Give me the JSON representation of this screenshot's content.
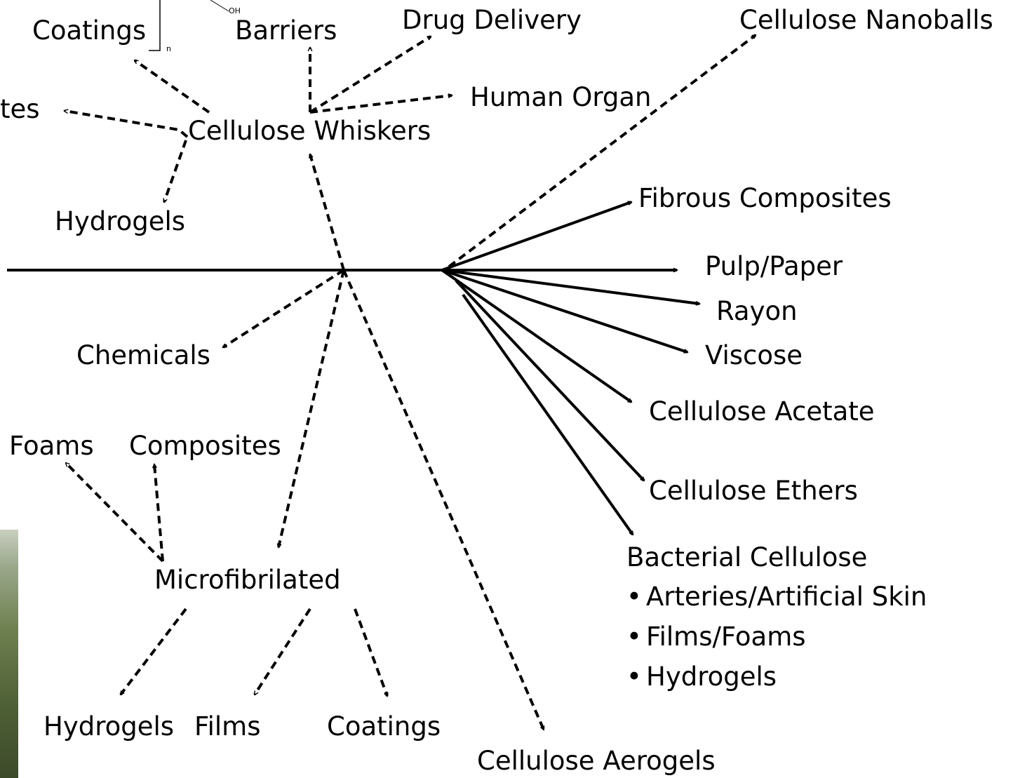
{
  "colors": {
    "ink": "#000000",
    "background": "#ffffff"
  },
  "labels": {
    "coatings_top": "Coatings",
    "barriers": "Barriers",
    "drug_delivery": "Drug Delivery",
    "cellulose_nanoballs": "Cellulose Nanoballs",
    "composites_cut": "tes",
    "human_organ": "Human Organ",
    "cellulose_whiskers": "Cellulose Whiskers",
    "hydrogels_top": "Hydrogels",
    "fibrous_composites": "Fibrous Composites",
    "pulp_paper": "Pulp/Paper",
    "rayon": "Rayon",
    "viscose": "Viscose",
    "chemicals": "Chemicals",
    "cellulose_acetate": "Cellulose Acetate",
    "foams": "Foams",
    "composites": "Composites",
    "cellulose_ethers": "Cellulose Ethers",
    "microfibrilated": "Microfibrilated",
    "bacterial_cellulose": "Bacterial Cellulose",
    "hydrogels_bottom": "Hydrogels",
    "films": "Films",
    "coatings_bottom": "Coatings",
    "cellulose_aerogels": "Cellulose Aerogels"
  },
  "bacterial_uses": [
    "Arteries/Artificial Skin",
    "Films/Foams",
    "Hydrogels"
  ],
  "chem_fragment": {
    "subscript": "n",
    "hydroxyl": "OH"
  }
}
